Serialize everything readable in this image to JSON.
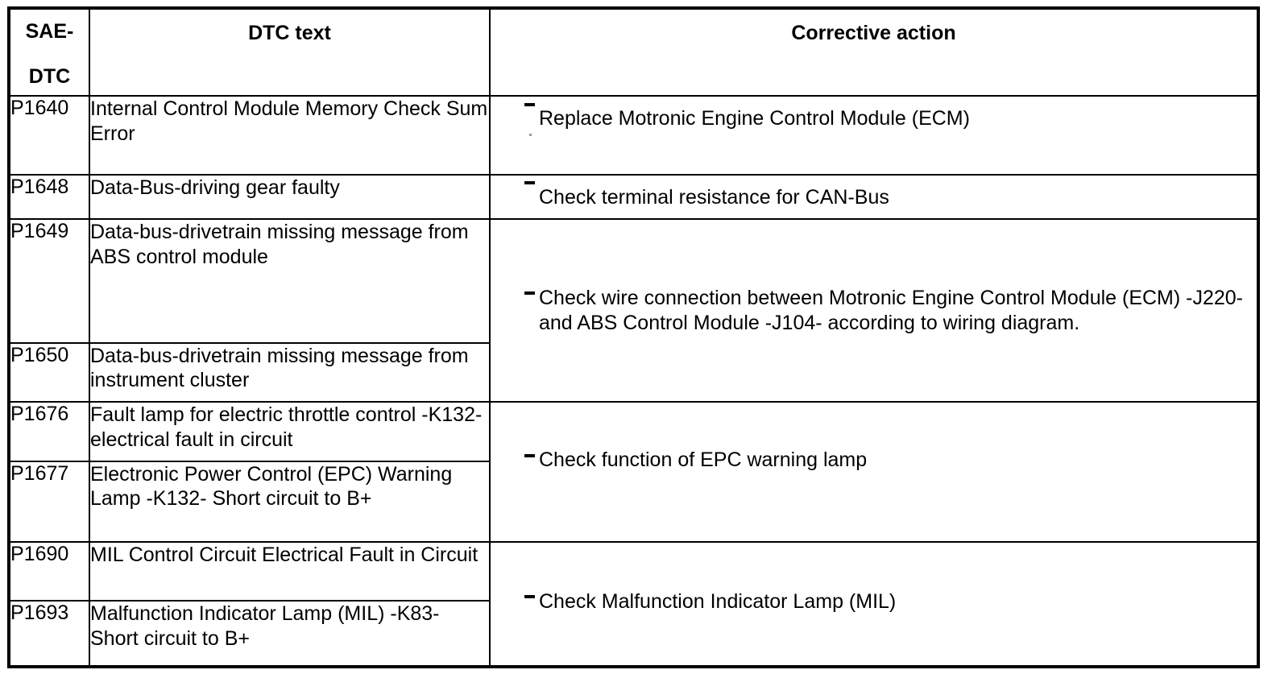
{
  "document": {
    "kind": "diagnostic-trouble-code-table",
    "page_background": "#ffffff",
    "ink_color": "#000000"
  },
  "table": {
    "columns": [
      {
        "key": "sae_dtc",
        "header_line1": "SAE-",
        "header_line2": "DTC"
      },
      {
        "key": "dtc_text",
        "header": "DTC text"
      },
      {
        "key": "corrective_action",
        "header": "Corrective action"
      }
    ],
    "rows": [
      {
        "code": "P1640",
        "dtc_text": "Internal Control Module Memory Check Sum Error"
      },
      {
        "code": "P1648",
        "dtc_text": "Data-Bus-driving gear faulty"
      },
      {
        "code": "P1649",
        "dtc_text": "Data-bus-drivetrain missing message from ABS control module"
      },
      {
        "code": "P1650",
        "dtc_text": "Data-bus-drivetrain missing message from instrument cluster"
      },
      {
        "code": "P1676",
        "dtc_text": "Fault lamp for electric throttle control -K132- electrical fault in circuit"
      },
      {
        "code": "P1677",
        "dtc_text": "Electronic Power Control (EPC) Warning Lamp -K132- Short circuit to B+"
      },
      {
        "code": "P1690",
        "dtc_text": "MIL Control Circuit Electrical Fault in Circuit"
      },
      {
        "code": "P1693",
        "dtc_text": "Malfunction Indicator Lamp (MIL) -K83- Short circuit to B+"
      }
    ],
    "actions": [
      {
        "id": "action-p1640",
        "applies_to": [
          "P1640"
        ],
        "bullet": "dash-bullet",
        "text": "Replace Motronic Engine Control Module (ECM)"
      },
      {
        "id": "action-p1648",
        "applies_to": [
          "P1648"
        ],
        "bullet": "dash-bullet",
        "text": "Check terminal resistance for CAN-Bus"
      },
      {
        "id": "action-p1649-p1650",
        "applies_to": [
          "P1649",
          "P1650"
        ],
        "bullet": "dash-bullet",
        "text": "Check wire connection between Motronic Engine Control Module (ECM) -J220- and ABS Control Module -J104- according to wiring diagram."
      },
      {
        "id": "action-p1676-p1677",
        "applies_to": [
          "P1676",
          "P1677"
        ],
        "bullet": "dash-bullet",
        "text": "Check function of EPC warning lamp"
      },
      {
        "id": "action-p1690-p1693",
        "applies_to": [
          "P1690",
          "P1693"
        ],
        "bullet": "dash-bullet",
        "text": "Check Malfunction Indicator Lamp (MIL)"
      }
    ]
  }
}
